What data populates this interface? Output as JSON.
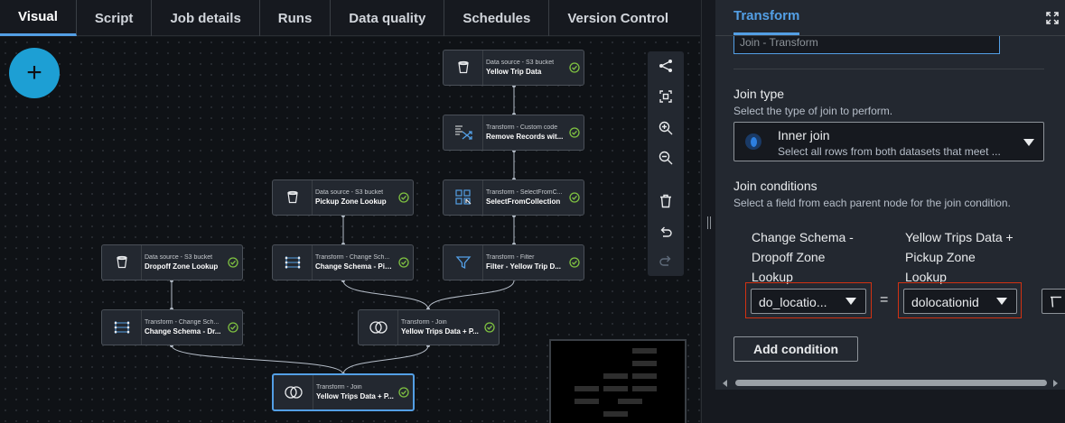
{
  "tabs": [
    "Visual",
    "Script",
    "Job details",
    "Runs",
    "Data quality",
    "Schedules",
    "Version Control"
  ],
  "active_tab": "Visual",
  "add_button": "+",
  "nodes": {
    "yellow_trip": {
      "type": "Data source - S3 bucket",
      "name": "Yellow Trip Data"
    },
    "remove_records": {
      "type": "Transform - Custom code",
      "name": "Remove Records wit..."
    },
    "pickup_zone": {
      "type": "Data source - S3 bucket",
      "name": "Pickup Zone Lookup"
    },
    "select_from_collection": {
      "type": "Transform - SelectFromC...",
      "name": "SelectFromCollection"
    },
    "dropoff_zone": {
      "type": "Data source - S3 bucket",
      "name": "Dropoff Zone Lookup"
    },
    "change_schema_pickup": {
      "type": "Transform - Change Sch...",
      "name": "Change Schema - Pic..."
    },
    "filter": {
      "type": "Transform - Filter",
      "name": "Filter - Yellow Trip D..."
    },
    "change_schema_dropoff": {
      "type": "Transform - Change Sch...",
      "name": "Change Schema - Dr..."
    },
    "join_1": {
      "type": "Transform - Join",
      "name": "Yellow Trips Data + P..."
    },
    "join_2": {
      "type": "Transform - Join",
      "name": "Yellow Trips Data + P..."
    }
  },
  "panel": {
    "tab": "Transform",
    "name_value": "Join - Transform",
    "join_type_label": "Join type",
    "join_type_desc": "Select the type of join to perform.",
    "join_type_value": "Inner join",
    "join_type_value_desc": "Select all rows from both datasets that meet ...",
    "join_conditions_label": "Join conditions",
    "join_conditions_desc": "Select a field from each parent node for the join condition.",
    "left_parent": [
      "Change Schema -",
      "Dropoff Zone",
      "Lookup"
    ],
    "right_parent": [
      "Yellow Trips Data +",
      "Pickup Zone",
      "Lookup"
    ],
    "left_field": "do_locatio...",
    "equals": "=",
    "right_field": "dolocationid",
    "add_condition": "Add condition"
  },
  "colors": {
    "accent": "#539fe5",
    "success": "#7fc241",
    "highlight": "#d13212",
    "add_button": "#1d9fd4"
  }
}
